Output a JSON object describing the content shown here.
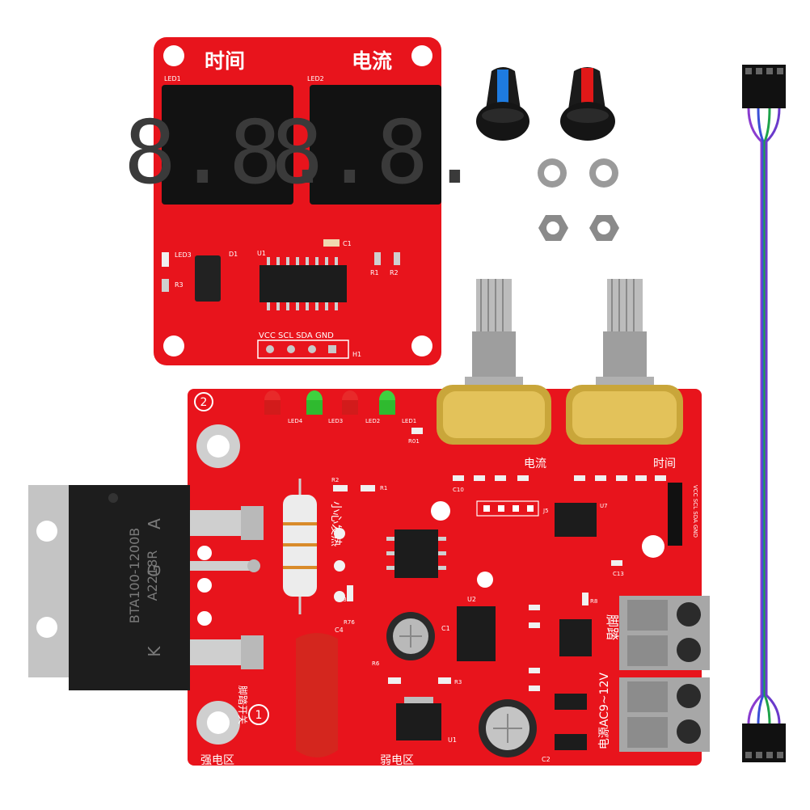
{
  "display_board": {
    "time_label": "时间",
    "current_label": "电流",
    "led1": "LED1",
    "led2": "LED2",
    "c1": "C1",
    "d1": "D1",
    "led3": "LED3",
    "r3": "R3",
    "u1": "U1",
    "r1": "R1",
    "r2": "R2",
    "pins": "VCC SCL SDA GND",
    "h1": "H1",
    "segments_left": "8.8.",
    "segments_right": "8.8."
  },
  "main_board": {
    "mark_2": "2",
    "mark_1": "1",
    "led_labels": [
      "LED4",
      "LED3",
      "LED2",
      "LED1"
    ],
    "r01": "R01",
    "small_heat": "小心发热",
    "r2": "R2",
    "r1": "R1",
    "j5": "J5",
    "u7": "U7",
    "c10": "C10",
    "r13": "R13",
    "r76": "R76",
    "c4": "C4",
    "u2": "U2",
    "c1": "C1",
    "r6": "R6",
    "r3": "R3",
    "u1": "U1",
    "c2": "C2",
    "c13": "C13",
    "r8": "R8",
    "power_label": "电源AC9~12V",
    "pedal_label": "脚踏",
    "weak_zone": "弱电区",
    "strong_zone": "强电区",
    "foot_switch": "脚踏开关",
    "header_pins": "VCC SCL SDA GND",
    "current_knob": "电流",
    "time_knob": "时间"
  },
  "triac": {
    "part_line1": "BTA100-1200B",
    "part_line2": "A2218R",
    "pin_k": "K",
    "pin_g": "G",
    "pin_a": "A"
  },
  "colors": {
    "pcb_red": "#e8141c",
    "knob_blue": "#1e7be0",
    "knob_red": "#e01818",
    "wire_blue": "#3a4fd6",
    "wire_green": "#1ea34a",
    "wire_violet": "#8a3ccf"
  }
}
